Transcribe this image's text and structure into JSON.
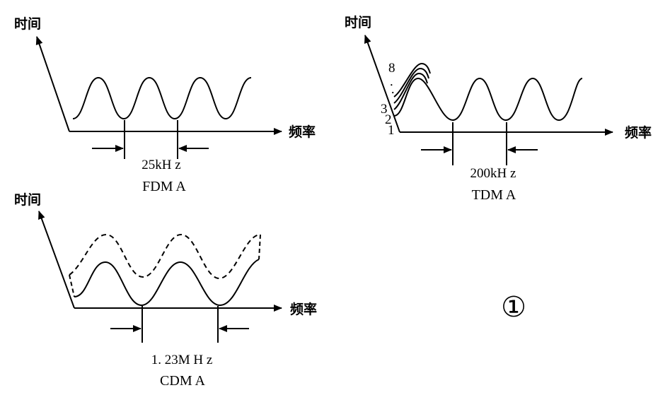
{
  "panels": {
    "fdma": {
      "time_label": "时间",
      "freq_label": "频率",
      "bandwidth": "25kH z",
      "scheme": "FDM A"
    },
    "tdma": {
      "time_label": "时间",
      "freq_label": "频率",
      "bandwidth": "200kH z",
      "scheme": "TDM A",
      "slot_labels": [
        "1",
        "2",
        "3",
        "8"
      ],
      "dots": "·  ·"
    },
    "cdma": {
      "time_label": "时间",
      "freq_label": "频率",
      "bandwidth": "1. 23M H z",
      "scheme": "CDM A"
    }
  },
  "figure_marker": "①"
}
